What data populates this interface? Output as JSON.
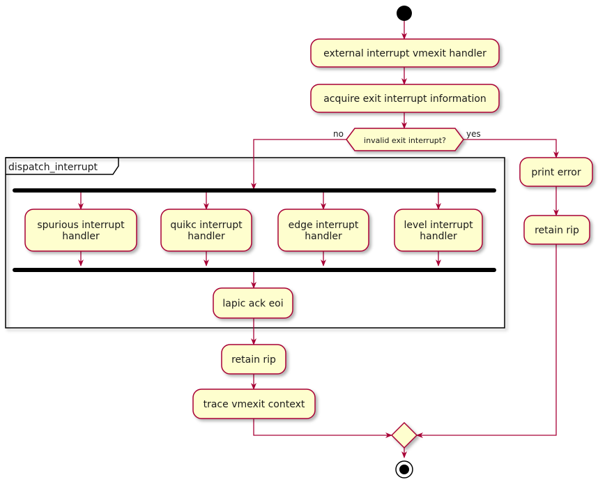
{
  "diagram": {
    "type": "uml-activity",
    "partition": {
      "label": "dispatch_interrupt"
    },
    "nodes": {
      "external_handler": {
        "lines": [
          "external interrupt vmexit handler"
        ]
      },
      "acquire_info": {
        "lines": [
          "acquire exit interrupt information"
        ]
      },
      "decision": {
        "label": "invalid exit interrupt?",
        "no": "no",
        "yes": "yes"
      },
      "spurious": {
        "lines": [
          "spurious interrupt",
          "handler"
        ]
      },
      "quick": {
        "lines": [
          "quikc interrupt",
          "handler"
        ]
      },
      "edge": {
        "lines": [
          "edge interrupt",
          "handler"
        ]
      },
      "level": {
        "lines": [
          "level interrupt",
          "handler"
        ]
      },
      "lapic_ack": {
        "lines": [
          "lapic ack eoi"
        ]
      },
      "retain_rip_main": {
        "lines": [
          "retain rip"
        ]
      },
      "trace_context": {
        "lines": [
          "trace vmexit context"
        ]
      },
      "print_error": {
        "lines": [
          "print error"
        ]
      },
      "retain_rip_error": {
        "lines": [
          "retain rip"
        ]
      }
    }
  },
  "colors": {
    "activity_fill": "#fefece",
    "activity_border": "#a80036",
    "arrow": "#a80036",
    "bar": "#000000",
    "partition_border": "#000000"
  }
}
